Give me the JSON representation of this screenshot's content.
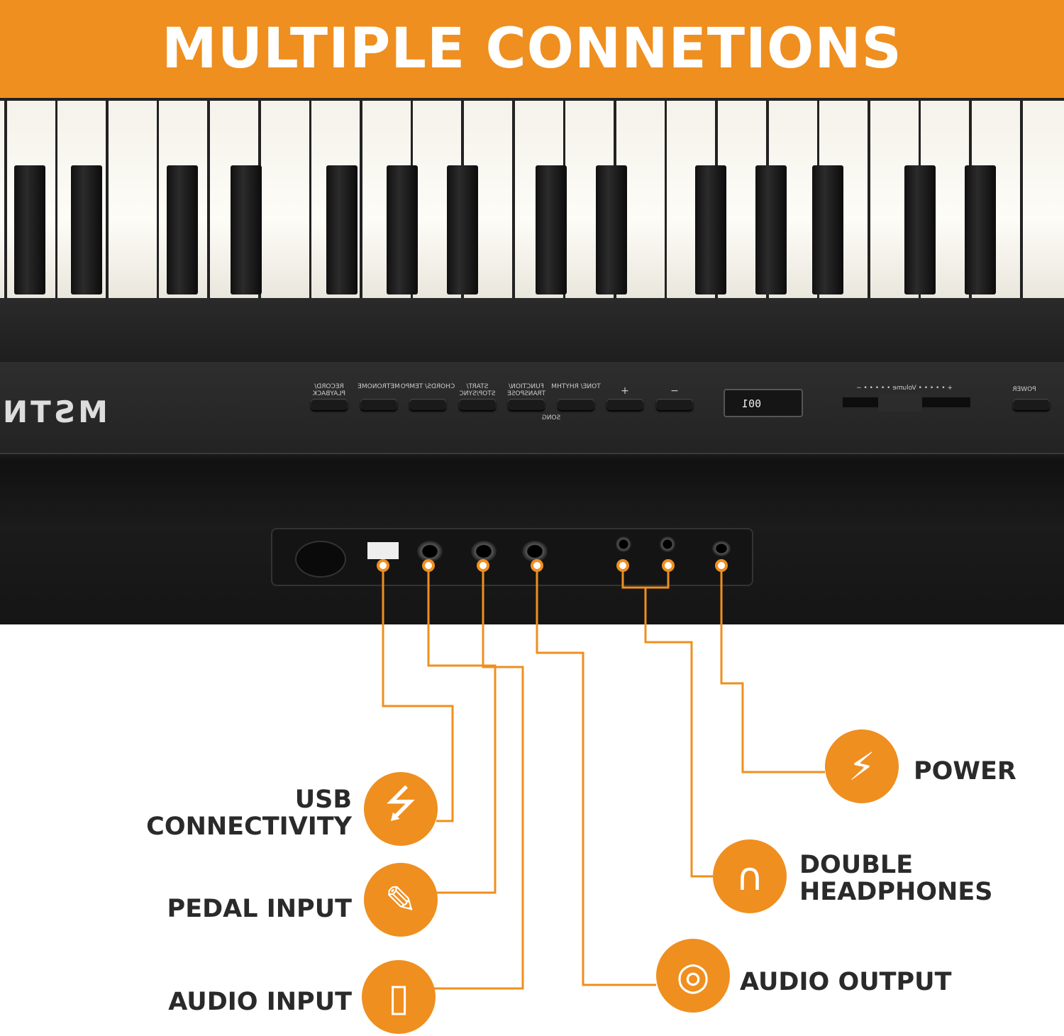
{
  "banner": {
    "title": "MULTIPLE CONNETIONS"
  },
  "piano": {
    "logo": "MSTN",
    "buttons": [
      {
        "label": "RECORD/ PLAYBACK"
      },
      {
        "label": "METRONOME"
      },
      {
        "label": "CHORDS/ TEMPO"
      },
      {
        "label": "START/ STOP/SYNC"
      },
      {
        "label": "FUNCTION/ TRANSPOSE"
      },
      {
        "label": "TONE/ RHYTHM"
      },
      {
        "label": "+"
      },
      {
        "label": "−"
      }
    ],
    "song_label": "SONG",
    "display_value": "001",
    "volume_label": "+ • • • • • Volume • • • • • −",
    "power_label": "POWER"
  },
  "callouts": {
    "usb": {
      "label": "USB CONNECTIVITY",
      "icon": "usb-icon"
    },
    "pedal": {
      "label": "PEDAL INPUT",
      "icon": "pedal-icon"
    },
    "audio_input": {
      "label": "AUDIO INPUT",
      "icon": "tablet-icon"
    },
    "power": {
      "label": "POWER",
      "icon": "battery-plug-icon"
    },
    "headphones": {
      "label": "DOUBLE HEADPHONES",
      "icon": "headphones-icon"
    },
    "audio_output": {
      "label": "AUDIO OUTPUT",
      "icon": "speaker-icon"
    }
  },
  "colors": {
    "accent": "#ef8f1f",
    "panel": "#1e1e1e"
  }
}
